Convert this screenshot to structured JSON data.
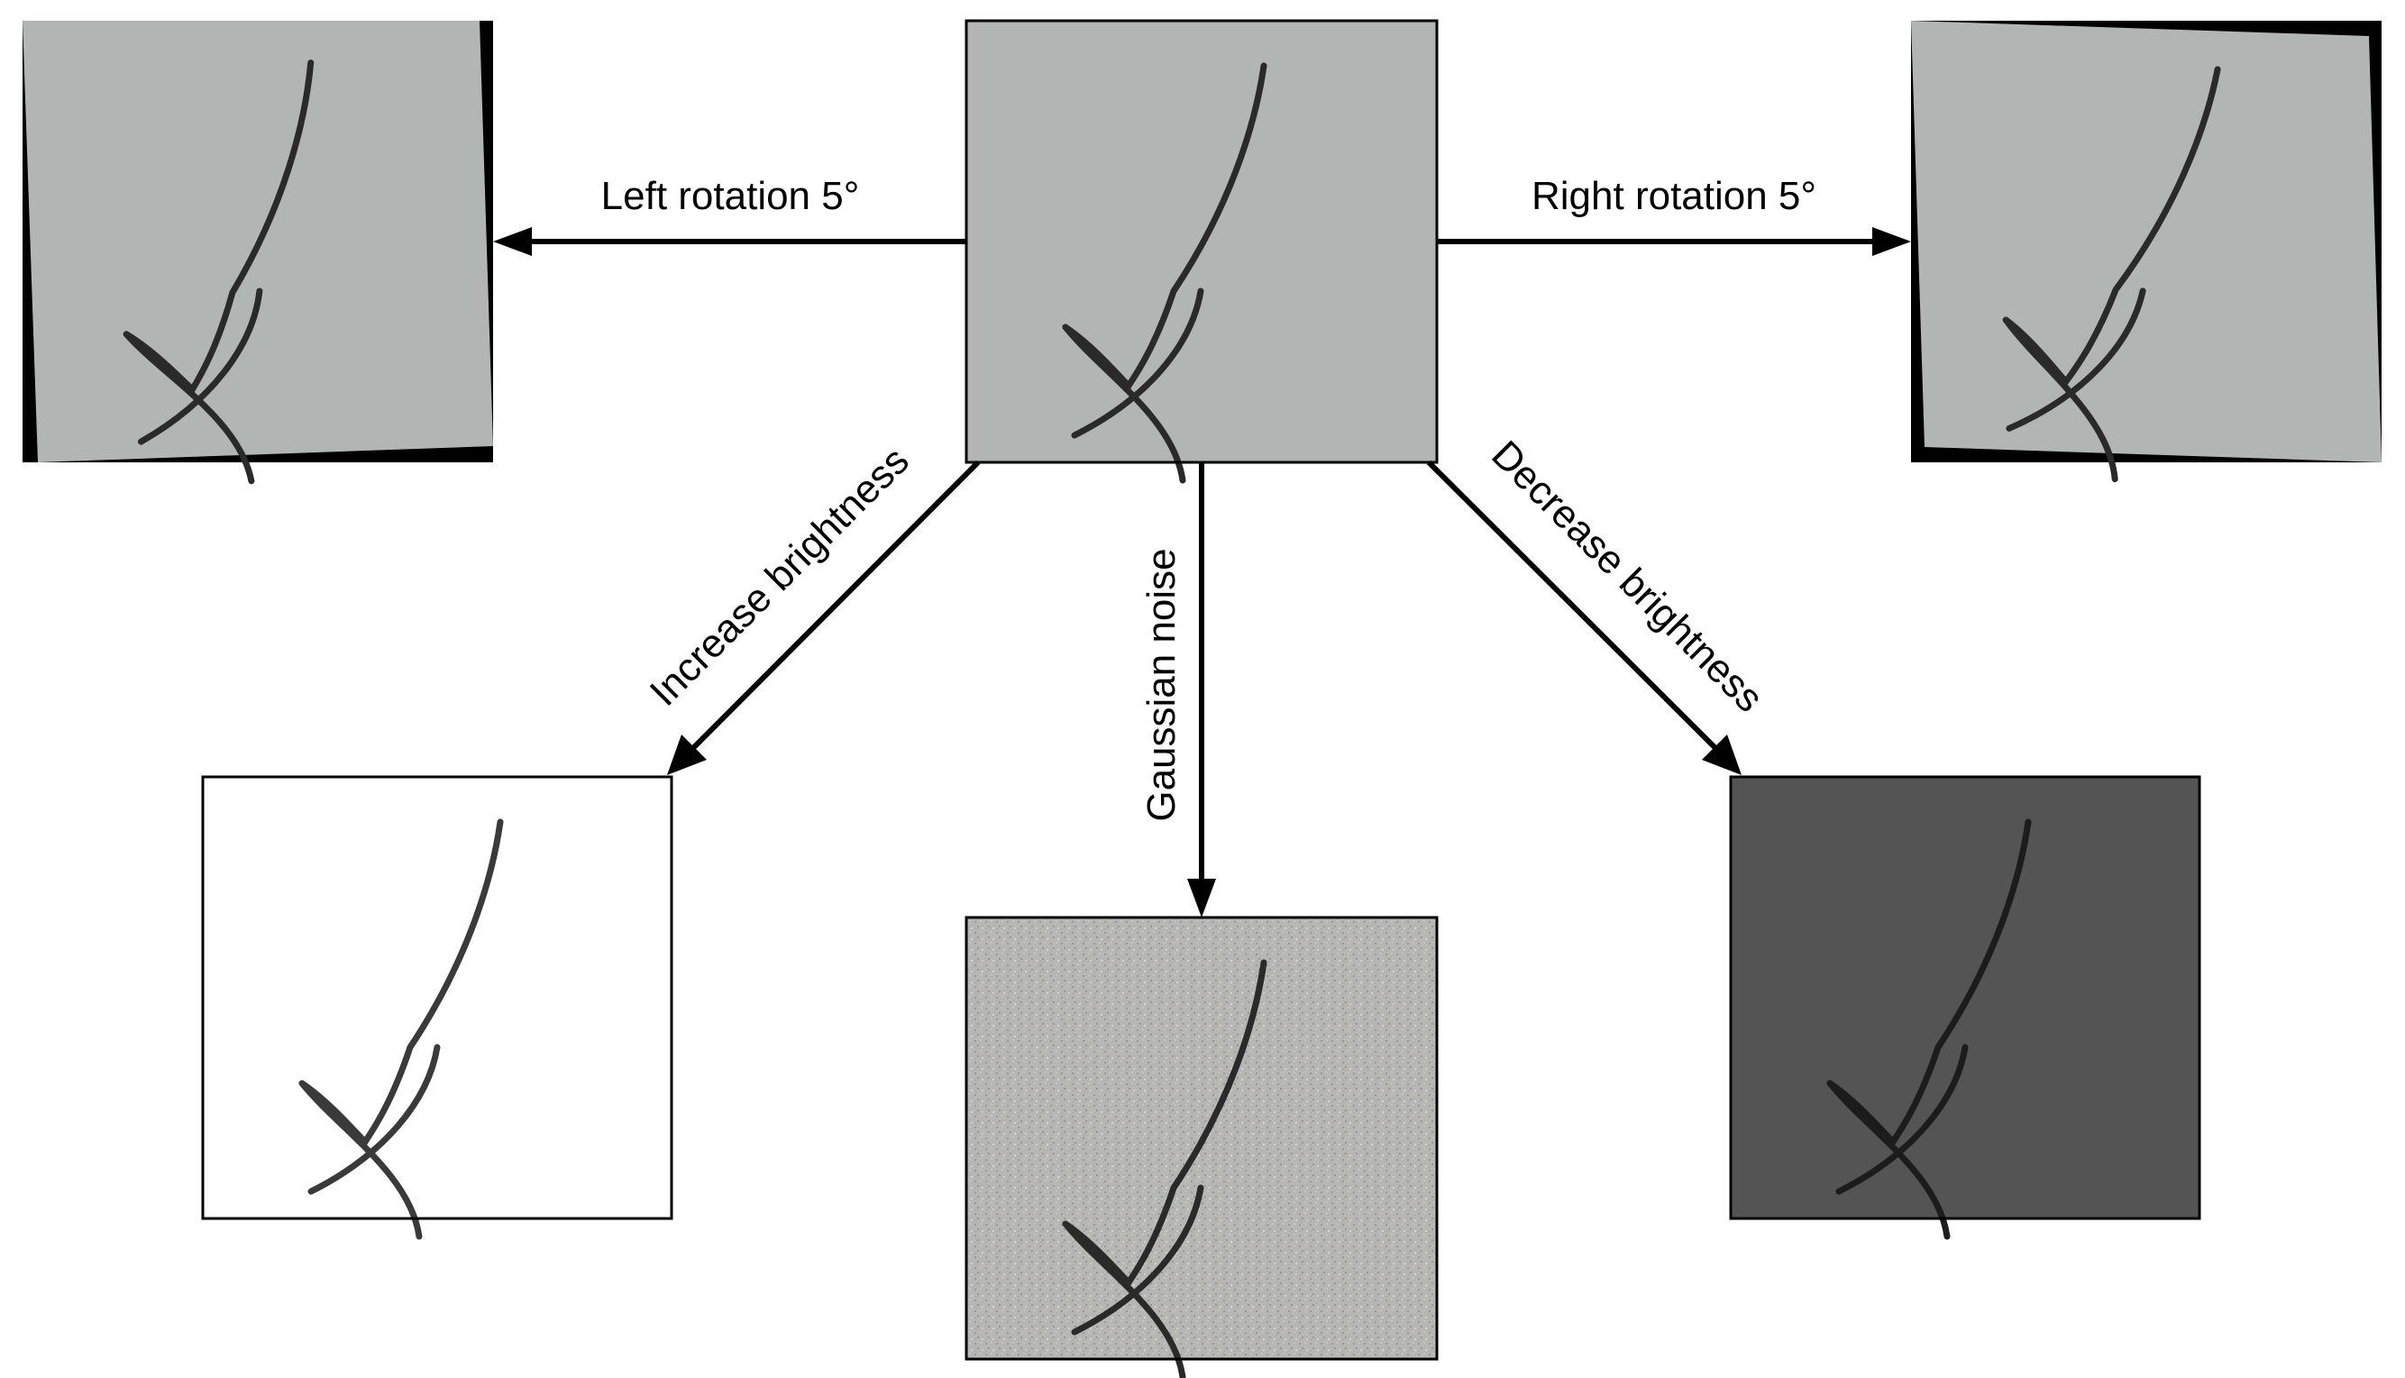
{
  "diagram": {
    "center": {
      "name": "original-signature"
    },
    "labels": {
      "left_rotation": "Left rotation 5°",
      "right_rotation": "Right rotation 5°",
      "increase_brightness": "Increase brightness",
      "gaussian_noise": "Gaussian noise",
      "decrease_brightness": "Decrease brightness"
    },
    "colors": {
      "original_background": "#b1b5b3",
      "bright_background": "#ffffff",
      "dark_background": "#545454",
      "noise_background": "#b6b6b2",
      "stroke": "#2a2a2a",
      "corner_fill": "#000000"
    }
  }
}
